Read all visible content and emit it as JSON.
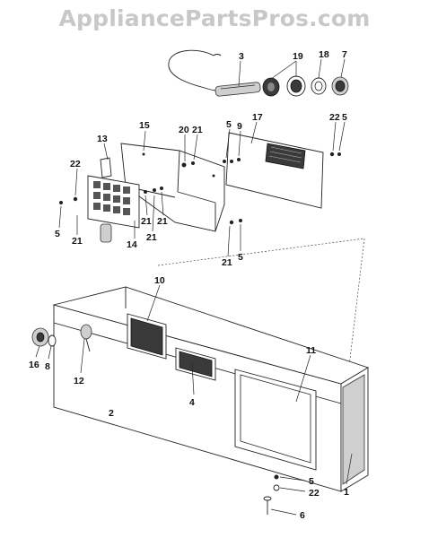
{
  "watermark": "AppliancePartsPros.com",
  "callouts": [
    {
      "id": "c3",
      "text": "3"
    },
    {
      "id": "c19",
      "text": "19"
    },
    {
      "id": "c18",
      "text": "18"
    },
    {
      "id": "c7",
      "text": "7"
    },
    {
      "id": "c15",
      "text": "15"
    },
    {
      "id": "c20",
      "text": "20"
    },
    {
      "id": "c21a",
      "text": "21"
    },
    {
      "id": "c5a",
      "text": "5"
    },
    {
      "id": "c9",
      "text": "9"
    },
    {
      "id": "c17",
      "text": "17"
    },
    {
      "id": "c22a",
      "text": "22"
    },
    {
      "id": "c5b",
      "text": "5"
    },
    {
      "id": "c13",
      "text": "13"
    },
    {
      "id": "c22b",
      "text": "22"
    },
    {
      "id": "c5c",
      "text": "5"
    },
    {
      "id": "c21b",
      "text": "21"
    },
    {
      "id": "c14",
      "text": "14"
    },
    {
      "id": "c21c",
      "text": "21"
    },
    {
      "id": "c21d",
      "text": "21"
    },
    {
      "id": "c21e",
      "text": "21"
    },
    {
      "id": "c21f",
      "text": "21"
    },
    {
      "id": "c5d",
      "text": "5"
    },
    {
      "id": "c10",
      "text": "10"
    },
    {
      "id": "c11",
      "text": "11"
    },
    {
      "id": "c16",
      "text": "16"
    },
    {
      "id": "c8",
      "text": "8"
    },
    {
      "id": "c12",
      "text": "12"
    },
    {
      "id": "c4",
      "text": "4"
    },
    {
      "id": "c2",
      "text": "2"
    },
    {
      "id": "c1",
      "text": "1"
    },
    {
      "id": "c5e",
      "text": "5"
    },
    {
      "id": "c22c",
      "text": "22"
    },
    {
      "id": "c6",
      "text": "6"
    }
  ]
}
